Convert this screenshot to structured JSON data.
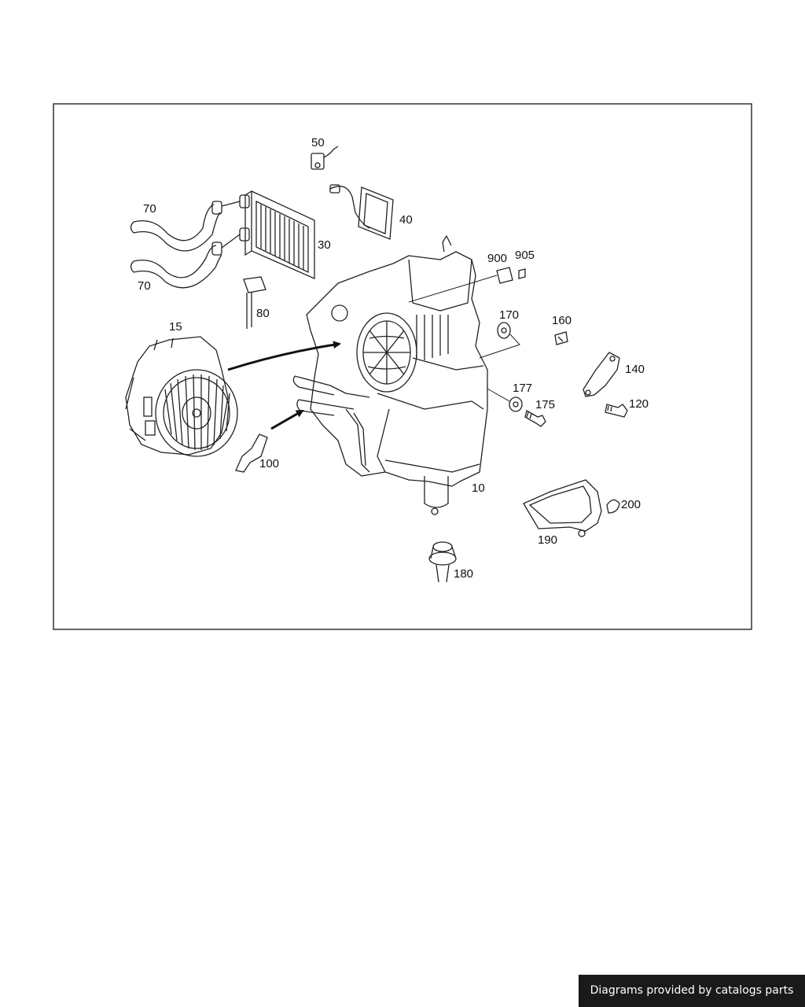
{
  "colors": {
    "line": "#222222",
    "frame": "#333333",
    "page": "#ffffff",
    "credit_bg": "#1a1a1a",
    "credit_text": "#ffffff"
  },
  "diagram": {
    "parts": {
      "p10": "10",
      "p15": "15",
      "p30": "30",
      "p40": "40",
      "p50": "50",
      "p70_upper": "70",
      "p70_lower": "70",
      "p80": "80",
      "p100": "100",
      "p120": "120",
      "p140": "140",
      "p160": "160",
      "p170": "170",
      "p175": "175",
      "p177": "177",
      "p180": "180",
      "p190": "190",
      "p200": "200",
      "p900": "900",
      "p905": "905"
    }
  },
  "credit": {
    "text": "Diagrams provided by catalogs parts"
  }
}
